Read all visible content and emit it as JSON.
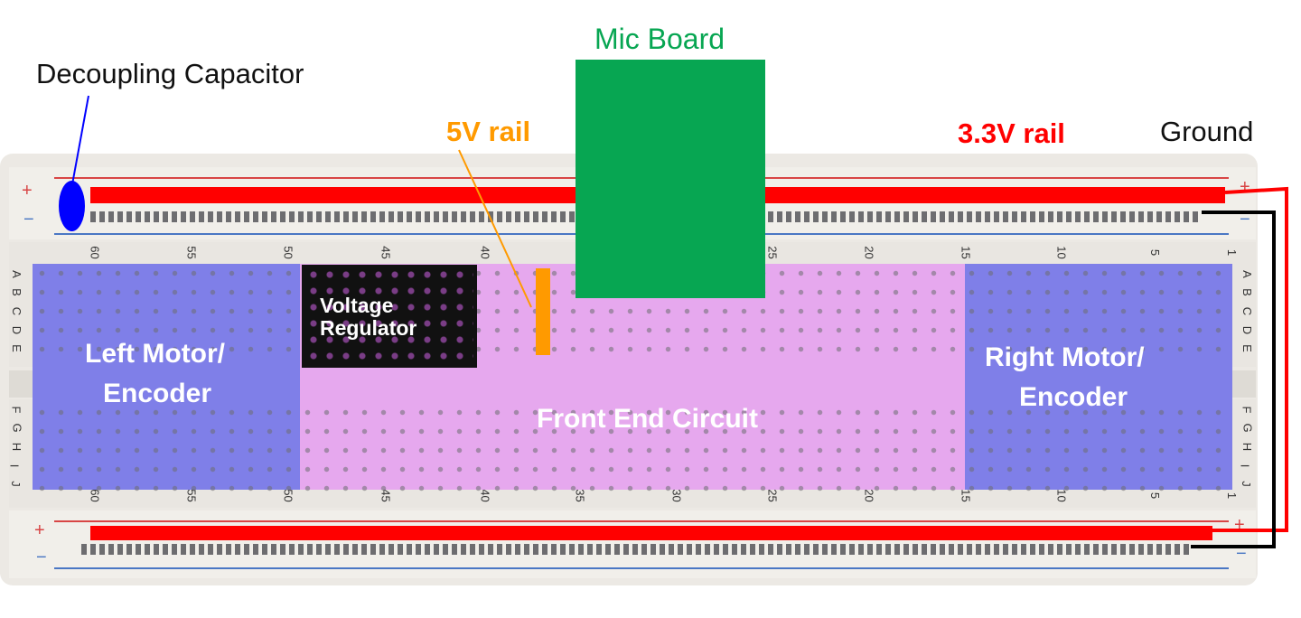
{
  "labels": {
    "decoupling_capacitor": "Decoupling Capacitor",
    "mic_board": "Mic Board",
    "rail_5v": "5V rail",
    "rail_3v3": "3.3V rail",
    "ground": "Ground",
    "left_motor_line1": "Left Motor/",
    "left_motor_line2": "Encoder",
    "right_motor_line1": "Right Motor/",
    "right_motor_line2": "Encoder",
    "voltage_regulator_line1": "Voltage",
    "voltage_regulator_line2": "Regulator",
    "front_end_circuit": "Front End Circuit"
  },
  "rail_signs": {
    "plus": "+",
    "minus": "−"
  },
  "column_numbers": [
    "60",
    "55",
    "50",
    "45",
    "40",
    "35",
    "30",
    "25",
    "20",
    "15",
    "10",
    "5",
    "1"
  ],
  "row_letters_top": [
    "A",
    "B",
    "C",
    "D",
    "E"
  ],
  "row_letters_bottom": [
    "F",
    "G",
    "H",
    "I",
    "J"
  ],
  "colors": {
    "mic_board": "#07a652",
    "rail_3v3": "#ff0000",
    "rail_5v": "#ff9a00",
    "ground_wire": "#000000",
    "capacitor": "#0000ff",
    "motor_region": "#7f7fe8",
    "front_end_region": "#e6a8ee",
    "voltage_regulator": "#111111"
  }
}
